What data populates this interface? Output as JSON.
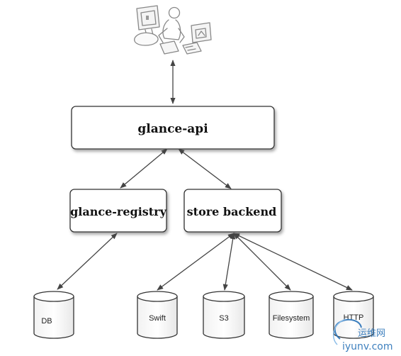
{
  "components": {
    "api": "glance-api",
    "registry": "glance-registry",
    "store": "store backend"
  },
  "stores": {
    "db": "DB",
    "swift": "Swift",
    "s3": "S3",
    "filesystem": "Filesystem",
    "http": "HTTP"
  },
  "watermark": {
    "line1": "运维网",
    "line2": "iyunv.com"
  },
  "colors": {
    "box_border": "#333333",
    "arrow": "#444444",
    "watermark_blue": "#2a73b8"
  }
}
